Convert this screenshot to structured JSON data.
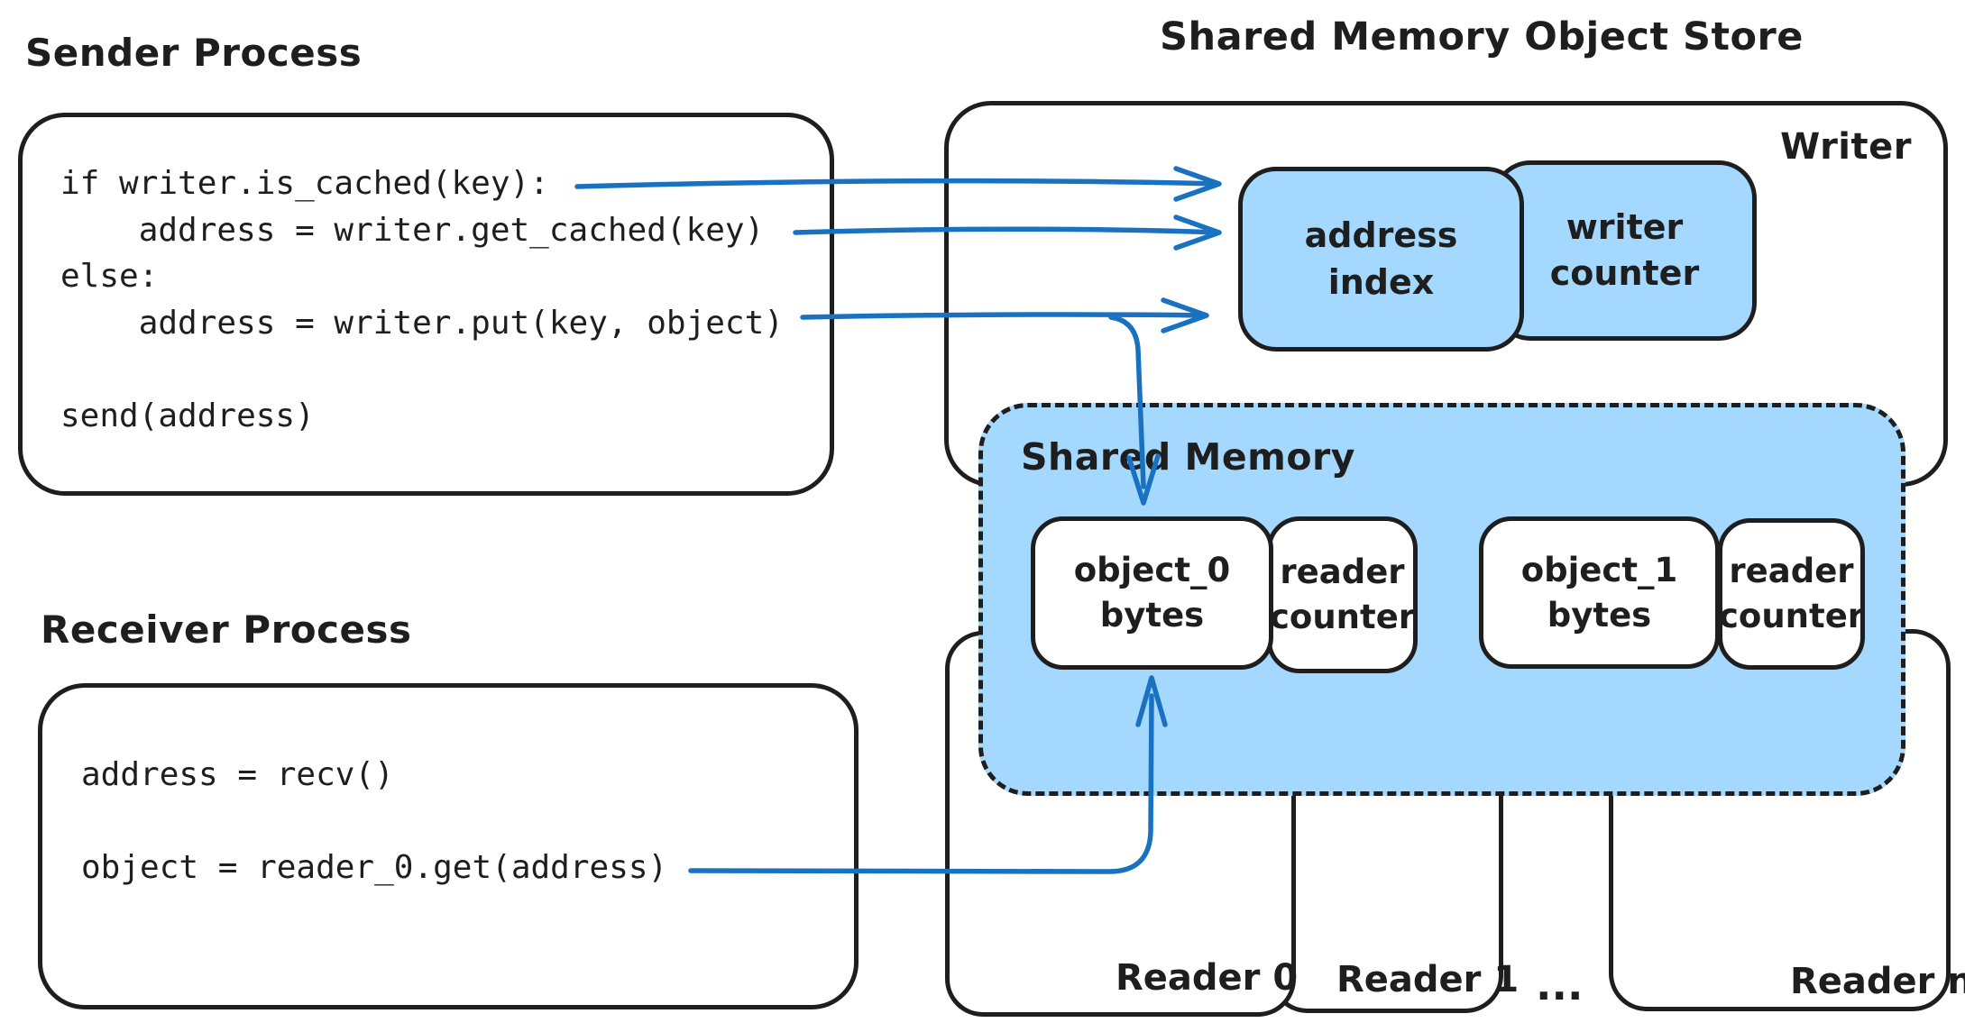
{
  "title": "Shared Memory Object Store",
  "colors": {
    "stroke": "#1e1e1e",
    "arrow_blue": "#1971c2",
    "fill_blue": "#a5d8ff"
  },
  "sender": {
    "label": "Sender Process",
    "code": "if writer.is_cached(key):\n    address = writer.get_cached(key)\nelse:\n    address = writer.put(key, object)\n\nsend(address)"
  },
  "receiver": {
    "label": "Receiver Process",
    "code": "address = recv()\n\nobject = reader_0.get(address)"
  },
  "writer": {
    "label": "Writer",
    "address_index": "address\nindex",
    "writer_counter": "writer\ncounter"
  },
  "shared_memory": {
    "label": "Shared Memory",
    "slots": [
      {
        "object": "object_0\nbytes",
        "counter": "reader\ncounter"
      },
      {
        "object": "object_1\nbytes",
        "counter": "reader\ncounter"
      }
    ]
  },
  "readers": {
    "items": [
      "Reader 0",
      "Reader 1",
      "Reader n"
    ],
    "ellipsis": "..."
  }
}
